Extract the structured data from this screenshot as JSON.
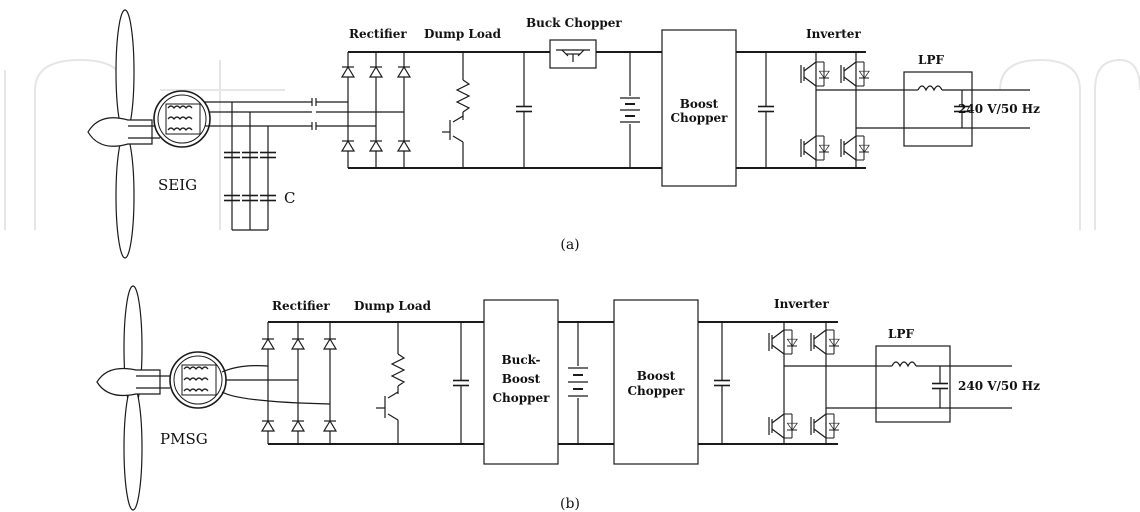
{
  "diagram_a": {
    "rectifier": "Rectifier",
    "dump_load": "Dump Load",
    "buck_chopper": "Buck Chopper",
    "boost_chopper_1": "Boost",
    "boost_chopper_2": "Chopper",
    "inverter": "Inverter",
    "lpf": "LPF",
    "output": "240 V/50 Hz",
    "generator": "SEIG",
    "capacitor": "C",
    "caption": "(a)"
  },
  "diagram_b": {
    "rectifier": "Rectifier",
    "dump_load": "Dump Load",
    "buck_boost_1": "Buck-",
    "buck_boost_2": "Boost",
    "buck_boost_3": "Chopper",
    "boost_chopper_1": "Boost",
    "boost_chopper_2": "Chopper",
    "inverter": "Inverter",
    "lpf": "LPF",
    "output": "240 V/50 Hz",
    "generator": "PMSG",
    "caption": "(b)"
  }
}
